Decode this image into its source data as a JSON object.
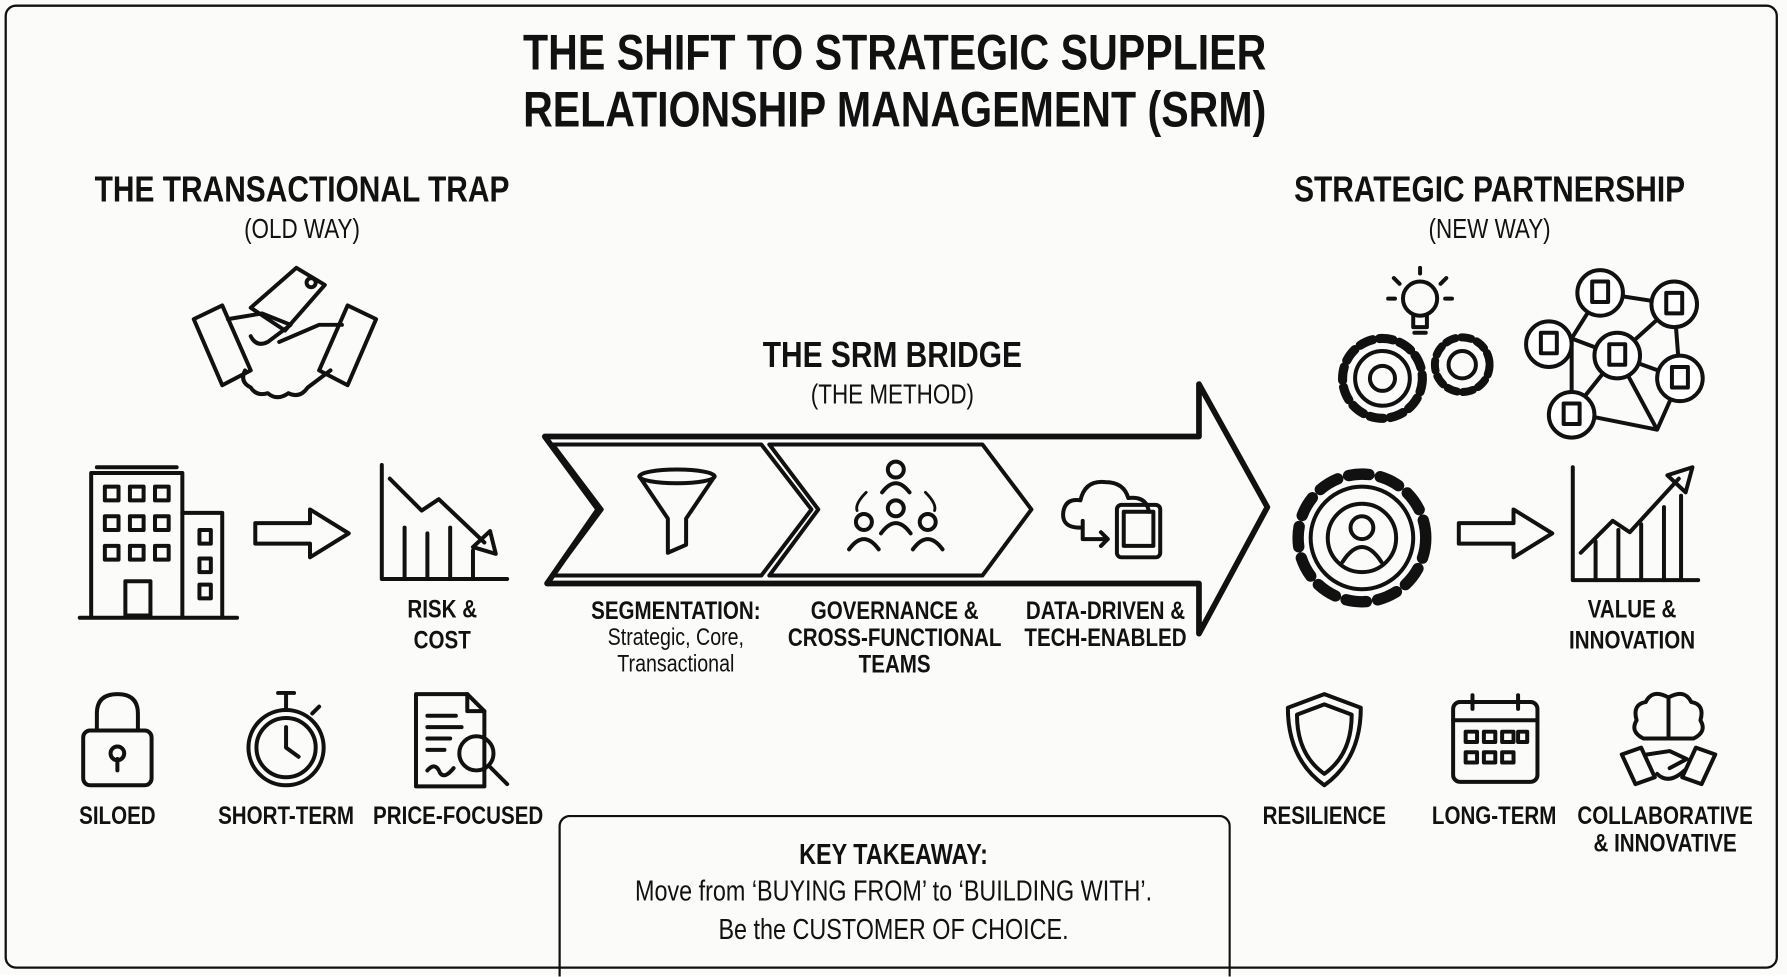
{
  "title": {
    "line1": "THE SHIFT TO STRATEGIC SUPPLIER",
    "line2": "RELATIONSHIP MANAGEMENT (SRM)"
  },
  "old_way": {
    "heading": "THE TRANSACTIONAL TRAP",
    "subheading": "(OLD WAY)",
    "result": {
      "line1": "RISK &",
      "line2": "COST"
    },
    "traits": [
      "SILOED",
      "SHORT-TERM",
      "PRICE-FOCUSED"
    ]
  },
  "bridge": {
    "heading": "THE SRM BRIDGE",
    "subheading": "(THE METHOD)",
    "steps": [
      {
        "title": "SEGMENTATION:",
        "detail1": "Strategic, Core,",
        "detail2": "Transactional"
      },
      {
        "line1": "GOVERNANCE &",
        "line2": "CROSS-FUNCTIONAL",
        "line3": "TEAMS"
      },
      {
        "line1": "DATA-DRIVEN &",
        "line2": "TECH-ENABLED"
      }
    ]
  },
  "new_way": {
    "heading": "STRATEGIC PARTNERSHIP",
    "subheading": "(NEW WAY)",
    "result": {
      "line1": "VALUE &",
      "line2": "INNOVATION"
    },
    "traits": [
      "RESILIENCE",
      "LONG-TERM",
      "COLLABORATIVE",
      "& INNOVATIVE"
    ]
  },
  "takeaway": {
    "title": "KEY TAKEAWAY:",
    "line1": "Move from ‘BUYING FROM’ to ‘BUILDING WITH’.",
    "line2": "Be the CUSTOMER OF CHOICE."
  }
}
